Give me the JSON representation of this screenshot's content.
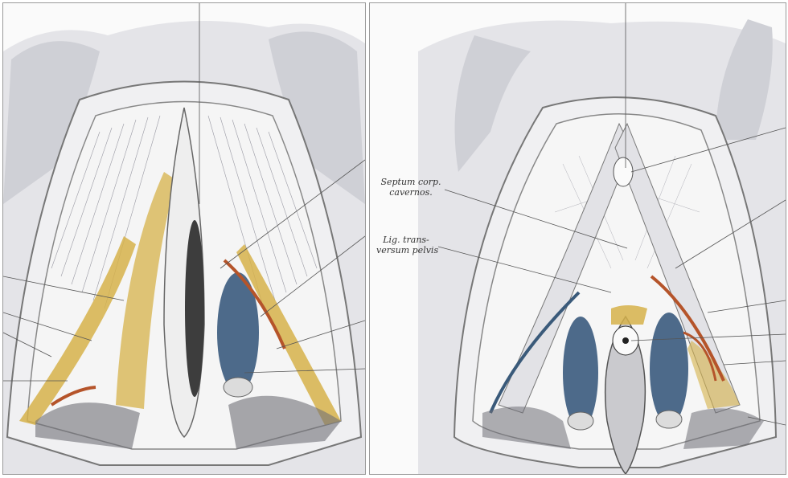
{
  "labels": {
    "septum_line1": "Septum corp.",
    "septum_line2": "cavernos.",
    "lig_line1": "Lig. trans-",
    "lig_line2": "versum pelvis"
  },
  "colors": {
    "skin": "#e4e4e8",
    "fascia": "#f2f2f2",
    "muscle_yellow": "#d6b24a",
    "vessel_red": "#b5542a",
    "bulb_blue": "#4d6a8a",
    "outline": "#555555"
  }
}
